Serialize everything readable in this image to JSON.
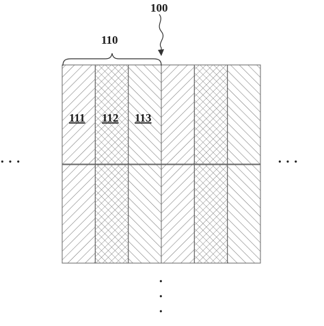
{
  "figure": {
    "reference_numeral": "100",
    "group_numeral": "110",
    "subpixel_labels": [
      "111",
      "112",
      "113"
    ],
    "ellipsis_left": "· · ·",
    "ellipsis_right": "· · ·",
    "ellipsis_bottom": "·\n·\n·"
  },
  "grid": {
    "rows": 2,
    "column_patterns": [
      "diag-right",
      "crosshatch",
      "diag-left",
      "diag-right",
      "crosshatch",
      "diag-left"
    ]
  },
  "colors": {
    "stroke": "#666666",
    "hatch": "#777777",
    "text": "#1a1a1a"
  }
}
